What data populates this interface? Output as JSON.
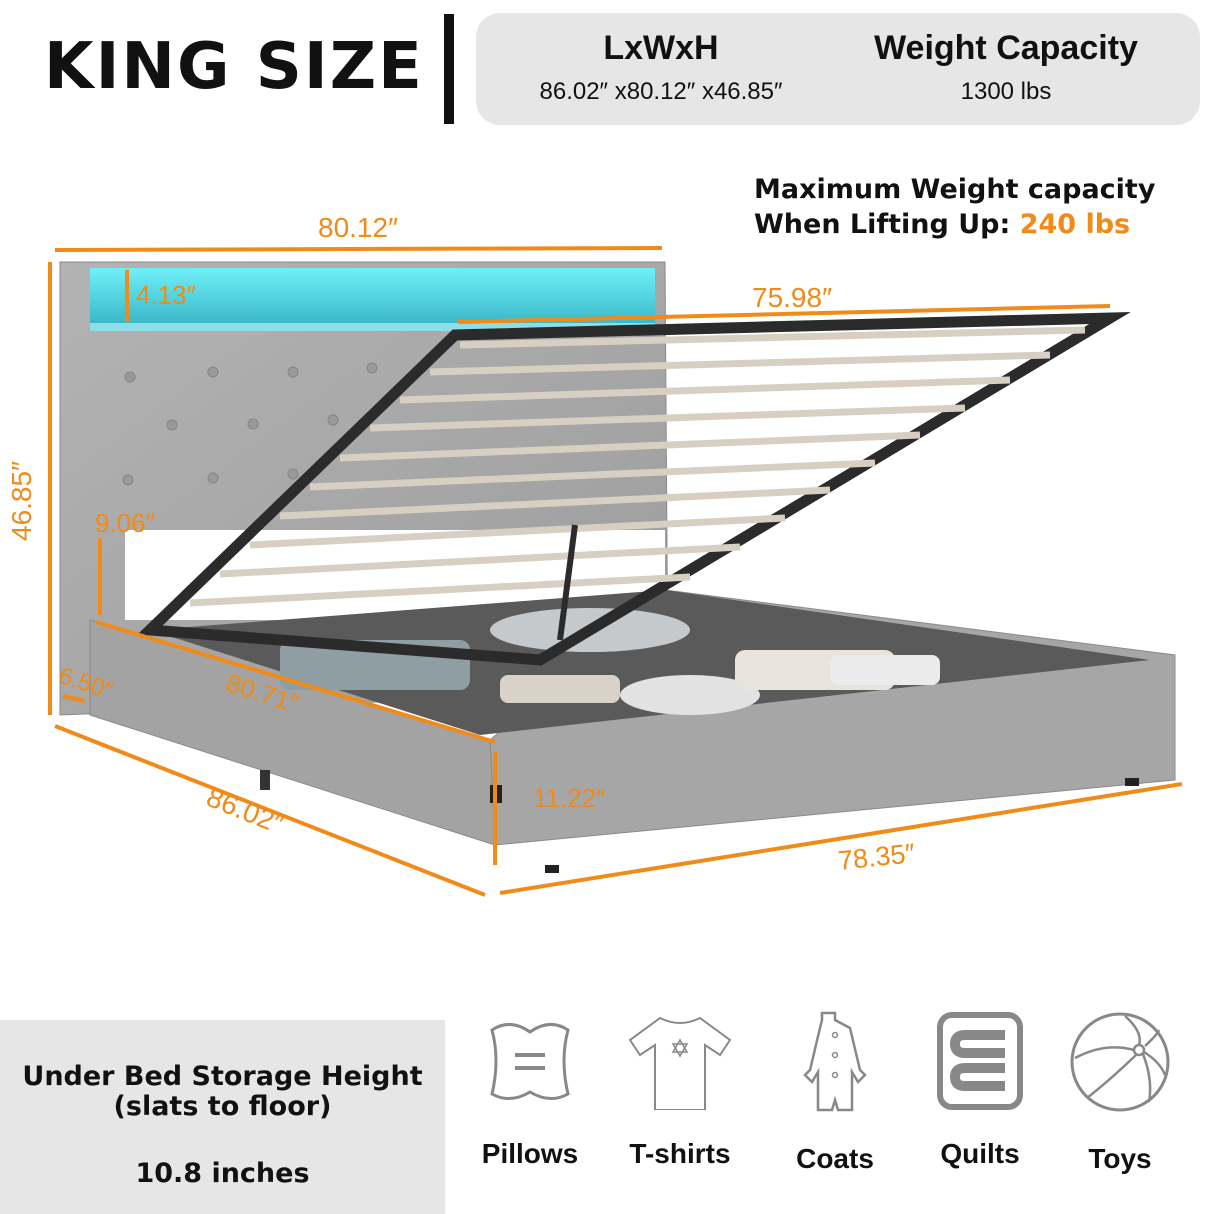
{
  "header": {
    "title": "KING SIZE",
    "dimensions_label": "LxWxH",
    "dimensions_value": "86.02″  x80.12″  x46.85″",
    "weight_label": "Weight Capacity",
    "weight_value": "1300 lbs"
  },
  "lift_note": {
    "line1": "Maximum Weight capacity",
    "line2_prefix": "When Lifting Up: ",
    "line2_value": "240 lbs"
  },
  "dimensions": {
    "headboard_width": "80.12″",
    "led_shelf_height": "4.13″",
    "slat_frame_length": "75.98″",
    "total_height": "46.85″",
    "leg_clearance": "9.06″",
    "wing_depth": "6.50″",
    "side_rail_length": "80.71″",
    "total_length": "86.02″",
    "rail_height": "11.22″",
    "footboard_width": "78.35″"
  },
  "storage": {
    "heading": "Under Bed Storage Height",
    "subheading": "(slats to floor)",
    "value": "10.8 inches"
  },
  "items": [
    {
      "label": "Pillows",
      "icon": "pillow-icon"
    },
    {
      "label": "T-shirts",
      "icon": "tshirt-icon"
    },
    {
      "label": "Coats",
      "icon": "coat-icon"
    },
    {
      "label": "Quilts",
      "icon": "quilt-icon"
    },
    {
      "label": "Toys",
      "icon": "ball-icon"
    }
  ],
  "colors": {
    "accent": "#f08a18",
    "panel": "#e6e6e6",
    "fabric": "#a9a9a9",
    "led": "#4fe3f0",
    "frame": "#2b2b2b"
  }
}
